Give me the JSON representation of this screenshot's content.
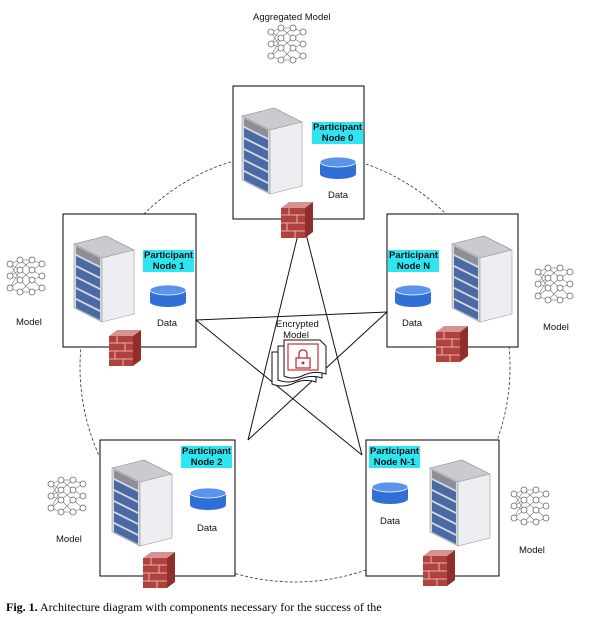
{
  "top": {
    "aggregated_label": "Aggregated Model"
  },
  "center": {
    "encrypted_label_line1": "Encrypted",
    "encrypted_label_line2": "Model"
  },
  "nodes": [
    {
      "id": "node-0",
      "title_line1": "Participant",
      "title_line2": "Node 0",
      "data_label": "Data"
    },
    {
      "id": "node-1",
      "title_line1": "Participant",
      "title_line2": "Node 1",
      "data_label": "Data",
      "model_label": "Model"
    },
    {
      "id": "node-n",
      "title_line1": "Participant",
      "title_line2": "Node N",
      "data_label": "Data",
      "model_label": "Model"
    },
    {
      "id": "node-2",
      "title_line1": "Participant",
      "title_line2": "Node 2",
      "data_label": "Data",
      "model_label": "Model"
    },
    {
      "id": "node-n-1",
      "title_line1": "Participant",
      "title_line2": "Node N-1",
      "data_label": "Data",
      "model_label": "Model"
    }
  ],
  "caption": {
    "prefix": "Fig. 1.",
    "text": "Architecture diagram with components necessary for the success of the"
  },
  "colors": {
    "label_highlight": "#2ee6f2",
    "firewall": "#b0413e",
    "server_blue": "#4a6aa5",
    "data_blue": "#2f6fd6"
  }
}
